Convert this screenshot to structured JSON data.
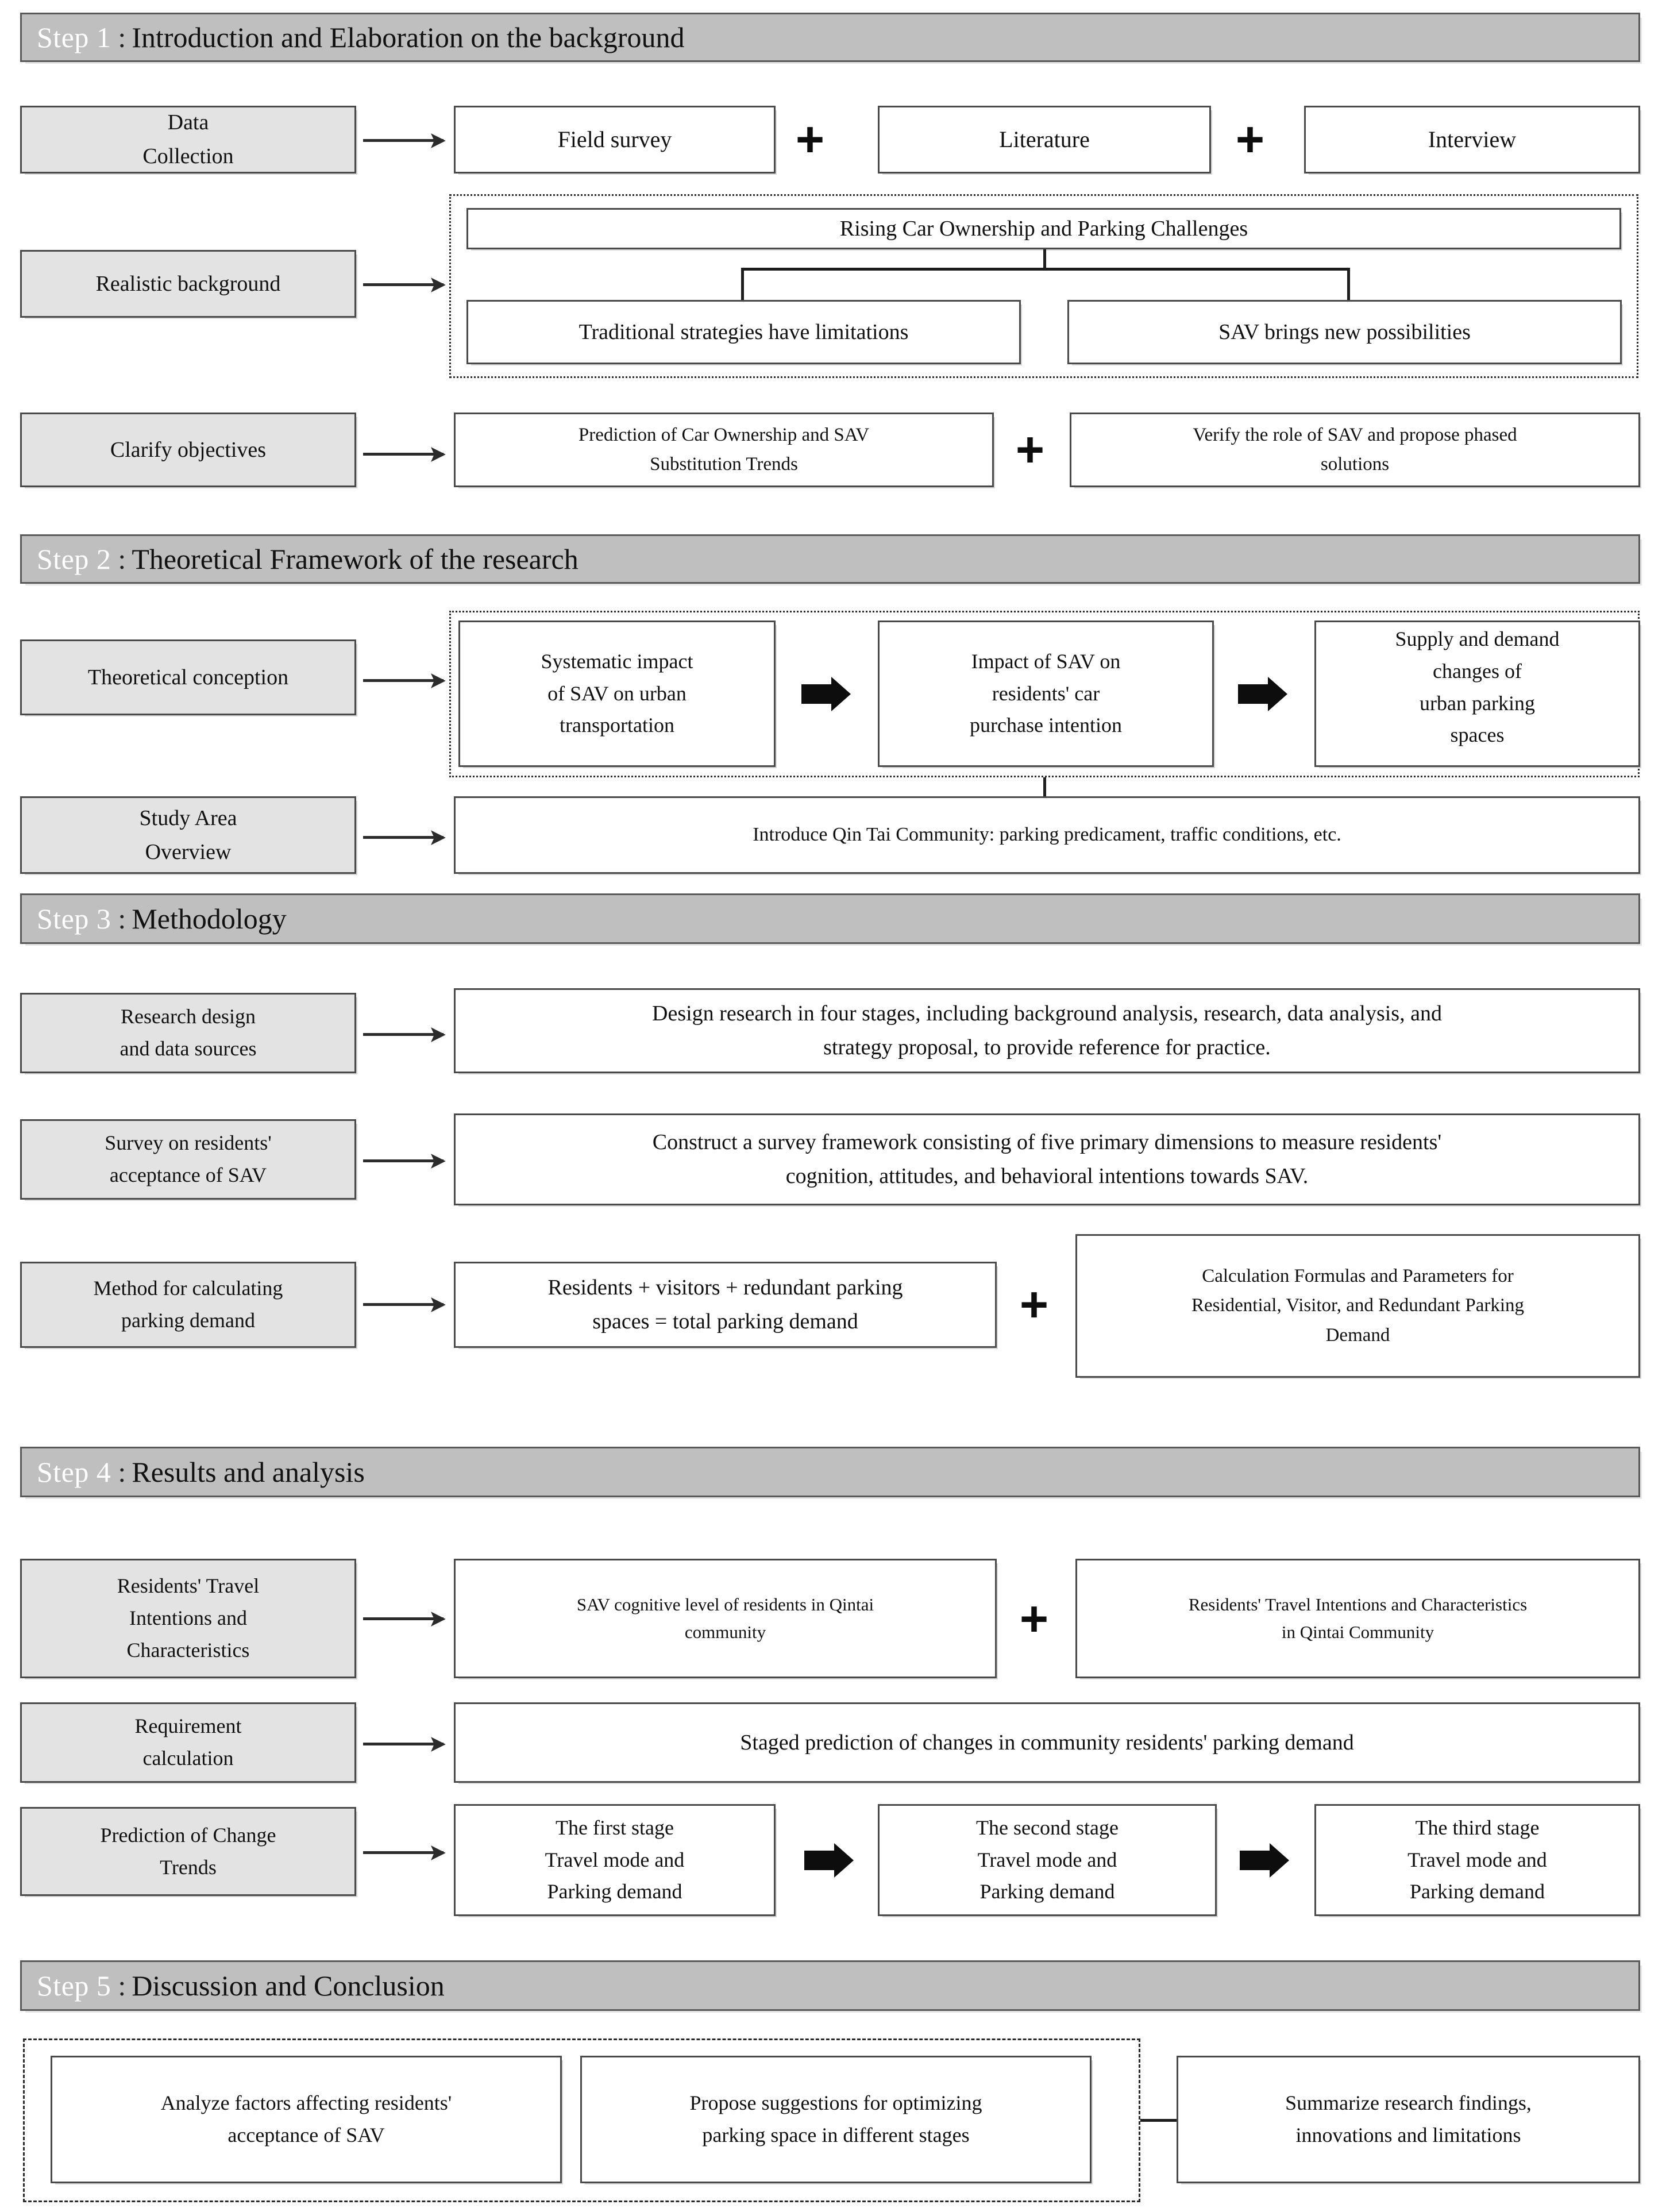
{
  "steps": [
    {
      "num": "Step 1",
      "sep": ":",
      "title": "Introduction and Elaboration on the background"
    },
    {
      "num": "Step 2",
      "sep": ":",
      "title": "Theoretical Framework of the research"
    },
    {
      "num": "Step 3",
      "sep": ":",
      "title": "Methodology"
    },
    {
      "num": "Step 4",
      "sep": ":",
      "title": "Results and analysis"
    },
    {
      "num": "Step 5",
      "sep": ":",
      "title": "Discussion and Conclusion"
    }
  ],
  "step1": {
    "row1": {
      "label": "Data\nCollection",
      "label_line1": "Data",
      "label_line2": "Collection",
      "items": [
        "Field survey",
        "Literature",
        "Interview"
      ],
      "plus": "+"
    },
    "row2": {
      "label": "Realistic background",
      "top_box": "Rising Car Ownership and Parking Challenges",
      "left_box": "Traditional strategies have limitations",
      "right_box": "SAV brings new possibilities"
    },
    "row3": {
      "label": "Clarify objectives",
      "box1_line1": "Prediction of Car Ownership and SAV",
      "box1_line2": "Substitution Trends",
      "plus": "+",
      "box2_line1": "Verify the role of SAV and propose phased",
      "box2_line2": "solutions"
    }
  },
  "step2": {
    "row1": {
      "label": "Theoretical conception",
      "box1_line1": "Systematic impact",
      "box1_line2": "of SAV on urban",
      "box1_line3": "transportation",
      "box2_line1": "Impact of SAV on",
      "box2_line2": "residents' car",
      "box2_line3": "purchase intention",
      "box3_line1": "Supply and demand",
      "box3_line2": "changes of",
      "box3_line3": "urban parking",
      "box3_line4": "spaces"
    },
    "row2": {
      "label_line1": "Study Area",
      "label_line2": "Overview",
      "box": "Introduce Qin Tai Community: parking predicament, traffic conditions, etc."
    }
  },
  "step3": {
    "row1": {
      "label_line1": "Research design",
      "label_line2": "and data sources",
      "box_line1": "Design research in four stages, including background analysis, research, data analysis, and",
      "box_line2": "strategy proposal, to provide reference for practice."
    },
    "row2": {
      "label_line1": "Survey on residents'",
      "label_line2": "acceptance of SAV",
      "box_line1": "Construct a survey framework consisting of five primary dimensions to measure residents'",
      "box_line2": "cognition, attitudes, and behavioral intentions towards SAV."
    },
    "row3": {
      "label_line1": "Method for calculating",
      "label_line2": "parking demand",
      "box1_line1": "Residents + visitors + redundant parking",
      "box1_line2": "spaces = total parking demand",
      "plus": "+",
      "box2_line1": "Calculation Formulas and Parameters for",
      "box2_line2": "Residential, Visitor, and Redundant Parking",
      "box2_line3": "Demand"
    }
  },
  "step4": {
    "row1": {
      "label_line1": "Residents' Travel",
      "label_line2": "Intentions and",
      "label_line3": "Characteristics",
      "box1_line1": "SAV cognitive level of residents in Qintai",
      "box1_line2": "community",
      "plus": "+",
      "box2_line1": "Residents' Travel Intentions and Characteristics",
      "box2_line2": "in Qintai Community"
    },
    "row2": {
      "label_line1": "Requirement",
      "label_line2": "calculation",
      "box": "Staged prediction of changes in community residents' parking demand"
    },
    "row3": {
      "label_line1": "Prediction of Change",
      "label_line2": "Trends",
      "stages": [
        {
          "line1": "The first stage",
          "line2": "Travel mode and",
          "line3": "Parking demand"
        },
        {
          "line1": "The second stage",
          "line2": "Travel mode and",
          "line3": "Parking demand"
        },
        {
          "line1": "The third stage",
          "line2": "Travel mode and",
          "line3": "Parking demand"
        }
      ]
    }
  },
  "step5": {
    "box1_line1": "Analyze factors affecting residents'",
    "box1_line2": "acceptance of SAV",
    "box2_line1": "Propose suggestions for optimizing",
    "box2_line2": "parking space in different stages",
    "box3_line1": "Summarize research findings,",
    "box3_line2": "innovations and limitations"
  },
  "colors": {
    "step_bar_fill": "#bfbfbf",
    "step_bar_border": "#595959",
    "label_box_fill": "#e3e3e3",
    "box_border": "#4a4a4a",
    "arrow": "#0d0d0d",
    "step_num_text": "#ffffff",
    "step_title_text": "#111111"
  }
}
